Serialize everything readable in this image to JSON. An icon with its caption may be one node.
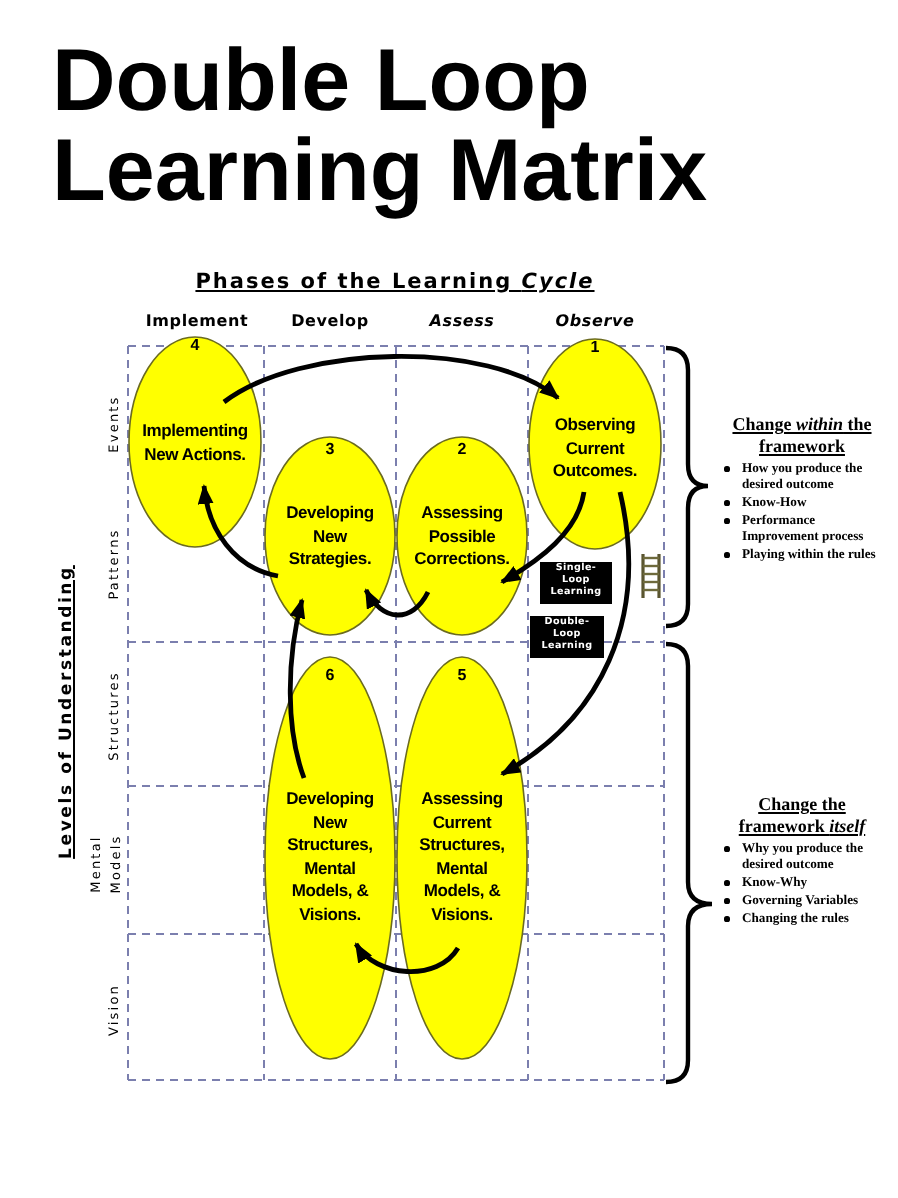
{
  "diagram": {
    "title": "Double Loop Learning Matrix",
    "nodes": [
      {
        "text": [
          "4",
          "Implementing New Actions."
        ]
      },
      {
        "text": [
          "1",
          "Observing Current Outcomes."
        ]
      },
      {
        "text": [
          "3",
          "Developing New Strategies."
        ]
      },
      {
        "text": [
          "2",
          "Assessing Possible Corrections."
        ]
      },
      {
        "text": [
          "6",
          "Developing New Structures, Mental Models, & Visions."
        ]
      },
      {
        "text": [
          "5",
          "Assessing Current Structures, Mental Models, & Visions."
        ]
      }
    ],
    "edges": [
      {
        "from": 0,
        "to": 1,
        "arrow": "to"
      },
      {
        "from": 1,
        "to": 3,
        "arrow": "to",
        "label": "Single-Loop Learning"
      },
      {
        "from": 3,
        "to": 2,
        "arrow": "to"
      },
      {
        "from": 2,
        "to": 0,
        "arrow": "to"
      },
      {
        "from": 1,
        "to": 5,
        "arrow": "to",
        "label": "Double-Loop Learning"
      },
      {
        "from": 5,
        "to": 4,
        "arrow": "to"
      },
      {
        "from": 4,
        "to": 2,
        "arrow": "to"
      }
    ],
    "labels": [
      "Phases of the Learning *Cycle*",
      "Implement",
      "Develop",
      "Assess",
      "Observe",
      "Levels of Understanding",
      "Events",
      "Patterns",
      "Structures",
      "Mental Models",
      "Vision",
      "Change *within* the framework",
      "How you produce the desired outcome",
      "Know-How",
      "Performance Improvement process",
      "Playing within the rules",
      "Change the framework *itself*",
      "Why you produce the desired outcome",
      "Know-Why",
      "Governing Variables",
      "Changing the rules"
    ]
  }
}
